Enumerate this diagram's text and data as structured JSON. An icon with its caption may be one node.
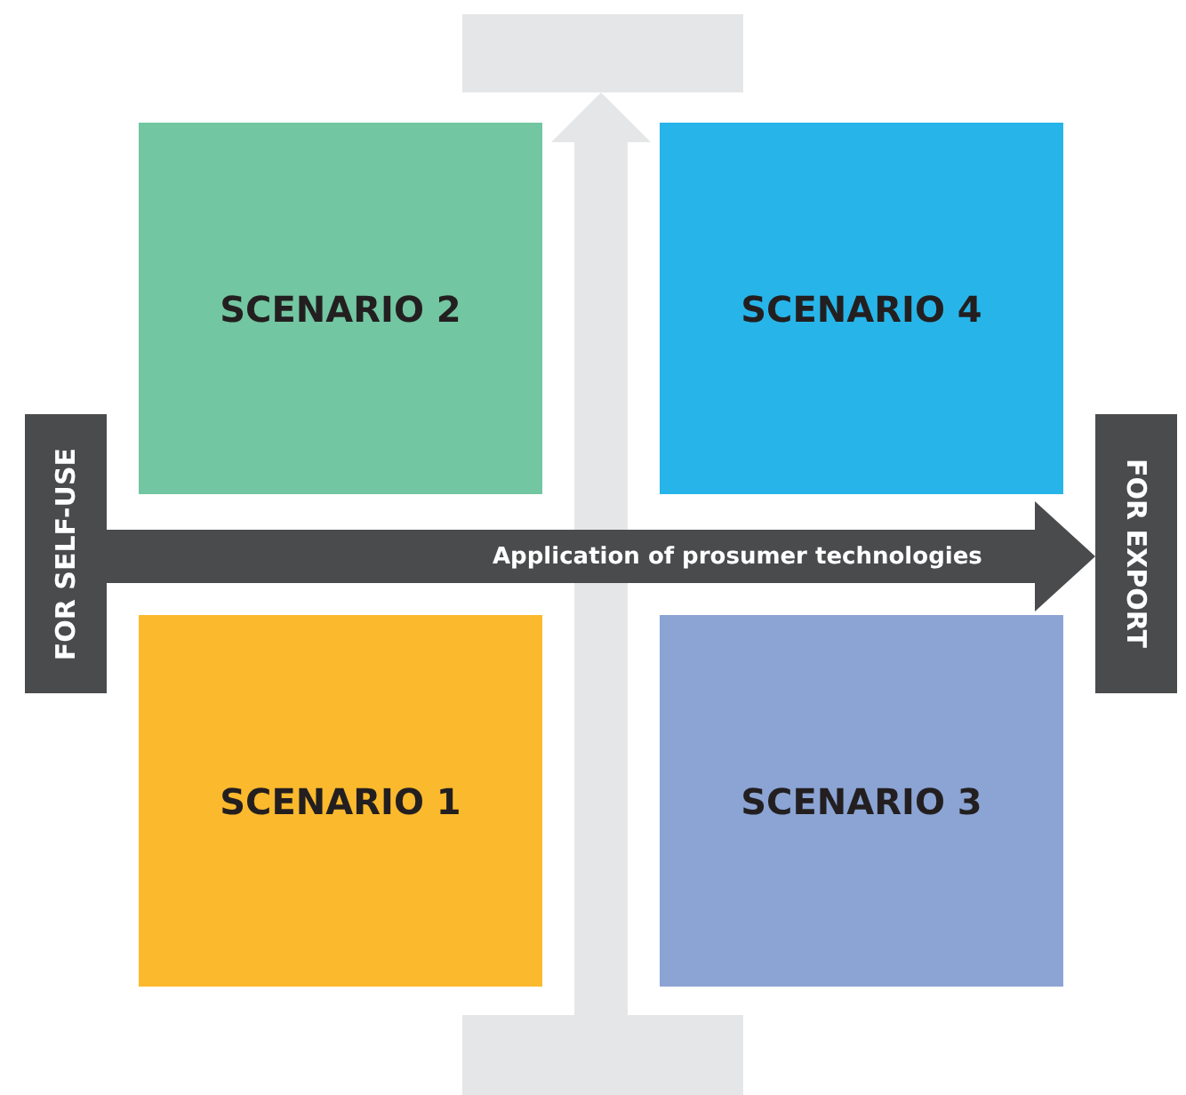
{
  "diagram": {
    "nodes": [
      {
        "text": [],
        "shape": "box"
      },
      {
        "text": [
          "SCENARIO 2"
        ]
      },
      {
        "text": [
          "SCENARIO 4"
        ]
      },
      {
        "text": [
          "FOR SELF-USE"
        ]
      },
      {
        "text": [
          "FOR EXPORT"
        ]
      },
      {
        "text": [
          "SCENARIO 1"
        ]
      },
      {
        "text": [
          "SCENARIO 3"
        ]
      },
      {
        "text": [],
        "shape": "box"
      }
    ],
    "edges": [
      {
        "from": 7,
        "to": 0,
        "arrow": "to",
        "color": "#e5e6e8"
      },
      {
        "from": 3,
        "to": 4,
        "arrow": "to",
        "label": "Application of prosumer technologies",
        "color": "#4a4b4d"
      }
    ]
  }
}
